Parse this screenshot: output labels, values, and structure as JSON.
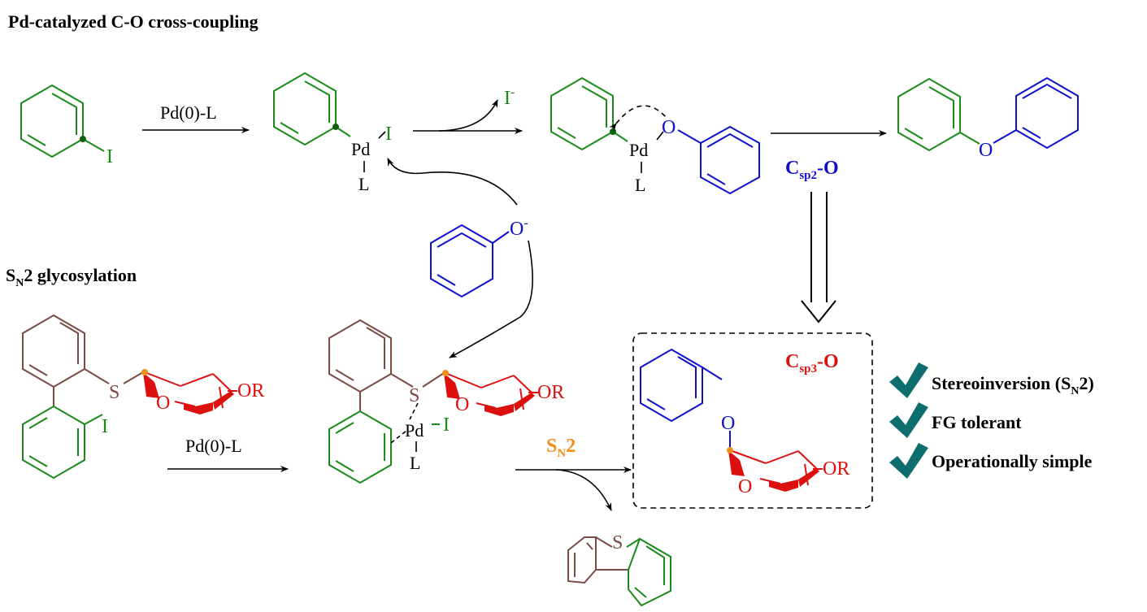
{
  "colors": {
    "black": "#000000",
    "green": "#1a8a1a",
    "blue": "#1010cc",
    "red": "#dd1010",
    "brown": "#7a4a44",
    "orange": "#f0901a",
    "teal": "#0e6e6e",
    "darkgreen": "#106010"
  },
  "top": {
    "title": "Pd-catalyzed C-O cross-coupling",
    "iodo": "I",
    "arrow1_label": "Pd(0)-L",
    "pd": "Pd",
    "ligand": "L",
    "leaving_ion": "I",
    "leaving_charge": "-",
    "phenoxide_o": "O",
    "phenoxide_charge": "-",
    "ox": "O",
    "bond_label_main": "C",
    "bond_label_sub": "sp2",
    "bond_label_tail": "-O"
  },
  "bottom": {
    "title_main": "S",
    "title_sub": "N",
    "title_tail": "2 glycosylation",
    "s": "S",
    "o": "O",
    "or": "OR",
    "iodo": "I",
    "arrow_label": "Pd(0)-L",
    "pd": "Pd",
    "pd_i": "I",
    "ligand": "L",
    "sn2_main": "S",
    "sn2_sub": "N",
    "sn2_tail": "2",
    "product_o_link": "O",
    "product_ring_o": "O",
    "product_or": "OR",
    "box_label_main": "C",
    "box_label_sub": "sp3",
    "box_label_tail": "-O",
    "dbt_s": "S"
  },
  "checklist": [
    {
      "icon": "checkmark-icon",
      "text_main": "Stereoinversion (S",
      "text_sub": "N",
      "text_tail": "2)"
    },
    {
      "icon": "checkmark-icon",
      "text_main": "FG tolerant",
      "text_sub": "",
      "text_tail": ""
    },
    {
      "icon": "checkmark-icon",
      "text_main": "Operationally simple",
      "text_sub": "",
      "text_tail": ""
    }
  ]
}
